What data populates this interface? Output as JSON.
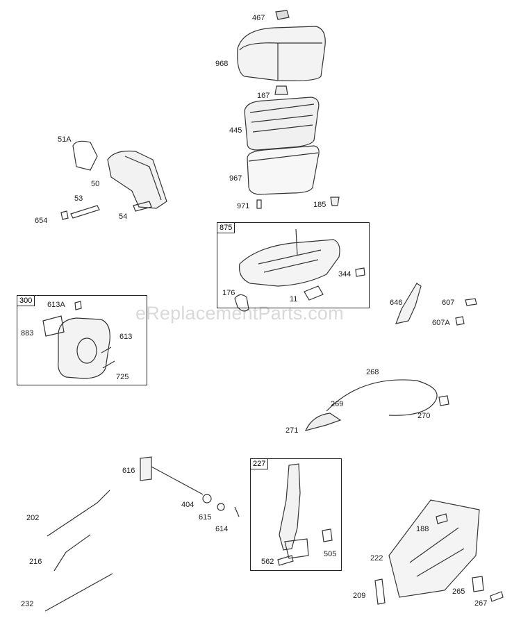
{
  "watermark": "eReplacementParts.com",
  "groups": [
    "875",
    "300",
    "227"
  ],
  "labels": [
    "467",
    "968",
    "167",
    "445",
    "967",
    "971",
    "185",
    "51A",
    "50",
    "53",
    "54",
    "654",
    "344",
    "176",
    "11",
    "646",
    "607",
    "607A",
    "613A",
    "883",
    "613",
    "725",
    "268",
    "269",
    "270",
    "271",
    "616",
    "404",
    "615",
    "614",
    "202",
    "216",
    "232",
    "562",
    "505",
    "188",
    "222",
    "209",
    "265",
    "267"
  ]
}
